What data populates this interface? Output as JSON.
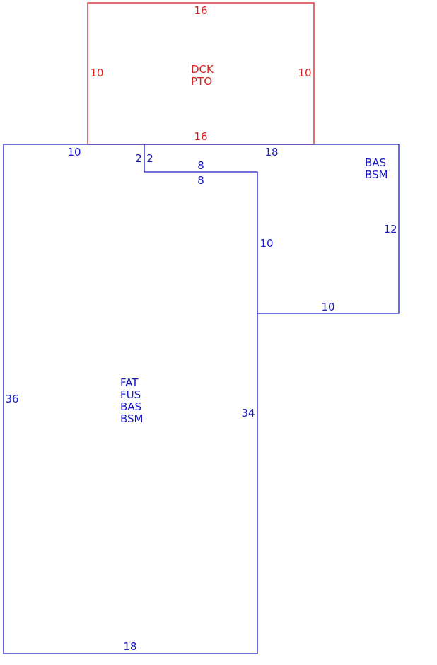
{
  "colors": {
    "deck_stroke": "#d92020",
    "deck_text": "#d92020",
    "house_stroke": "#1a1ac4",
    "house_text": "#1a1ac4",
    "background": "#ffffff"
  },
  "deck": {
    "area_codes": [
      "DCK",
      "PTO"
    ],
    "dimensions": {
      "top": "16",
      "left": "10",
      "right": "10",
      "bottom": "16"
    }
  },
  "main_house": {
    "area_codes": [
      "FAT",
      "FUS",
      "BAS",
      "BSM"
    ],
    "dimensions": {
      "top_left": "10",
      "notch_left": "2",
      "notch_right": "2",
      "notch_top": "8",
      "notch_bottom": "8",
      "top_right": "18",
      "left": "36",
      "right": "34",
      "bottom": "18"
    }
  },
  "wing": {
    "area_codes": [
      "BAS",
      "BSM"
    ],
    "dimensions": {
      "inner_vertical": "10",
      "right": "12",
      "bottom": "10"
    }
  }
}
